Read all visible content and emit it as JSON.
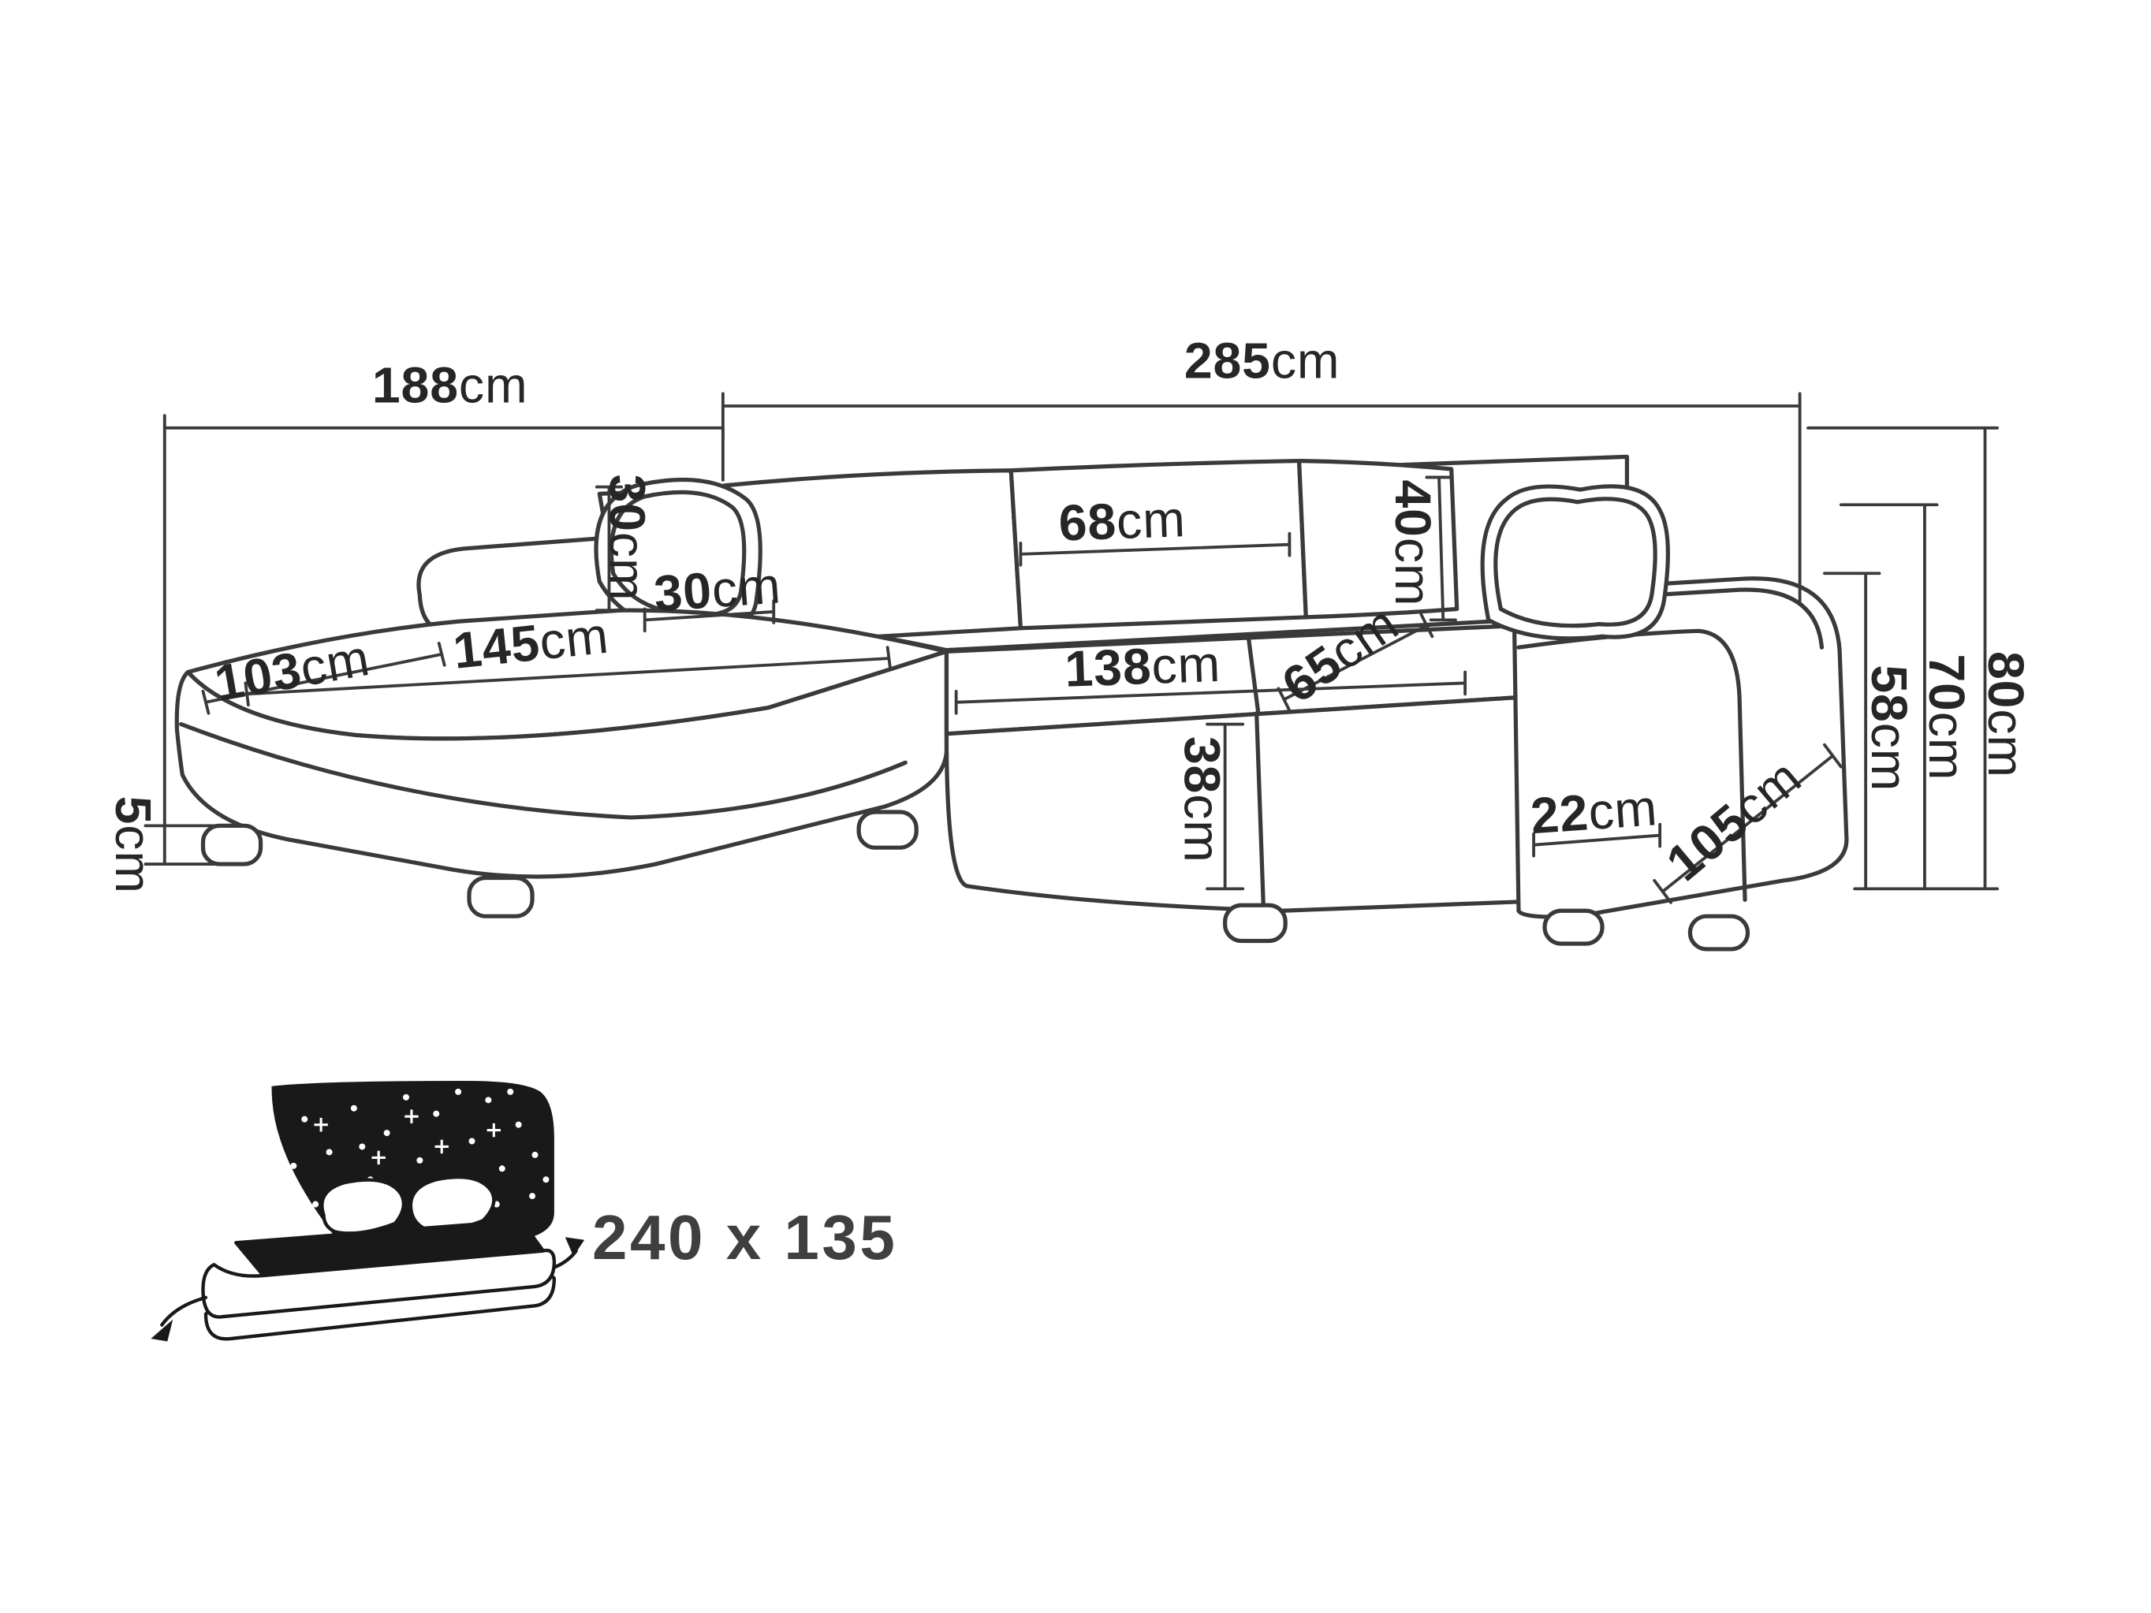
{
  "page": {
    "background": "#ffffff"
  },
  "diagram": {
    "type": "furniture-dimension-diagram",
    "subject": "corner sofa bed with dimension lines",
    "line_color": "#3a3a3a",
    "text_color": "#262626",
    "icon_fill_color": "#191919",
    "star_color": "#ffffff",
    "dims": {
      "width_left": {
        "value": "188",
        "unit": "cm"
      },
      "width_right": {
        "value": "285",
        "unit": "cm"
      },
      "pillow_height": {
        "value": "30",
        "unit": "cm"
      },
      "pillow_width": {
        "value": "30",
        "unit": "cm"
      },
      "back_cushion_width": {
        "value": "68",
        "unit": "cm"
      },
      "back_cushion_height": {
        "value": "40",
        "unit": "cm"
      },
      "chaise_width": {
        "value": "103",
        "unit": "cm"
      },
      "chaise_length": {
        "value": "145",
        "unit": "cm"
      },
      "seat_width": {
        "value": "138",
        "unit": "cm"
      },
      "seat_depth": {
        "value": "65",
        "unit": "cm"
      },
      "height_backrest": {
        "value": "58",
        "unit": "cm"
      },
      "height_armrest": {
        "value": "70",
        "unit": "cm"
      },
      "height_total": {
        "value": "80",
        "unit": "cm"
      },
      "leg_height": {
        "value": "5",
        "unit": "cm"
      },
      "seat_height": {
        "value": "38",
        "unit": "cm"
      },
      "armrest_width": {
        "value": "22",
        "unit": "cm"
      },
      "side_depth": {
        "value": "105",
        "unit": "cm"
      }
    },
    "sleeping_area": {
      "icon": "sofa-bed-sleeping-function-icon",
      "label": "240 x 135"
    }
  }
}
